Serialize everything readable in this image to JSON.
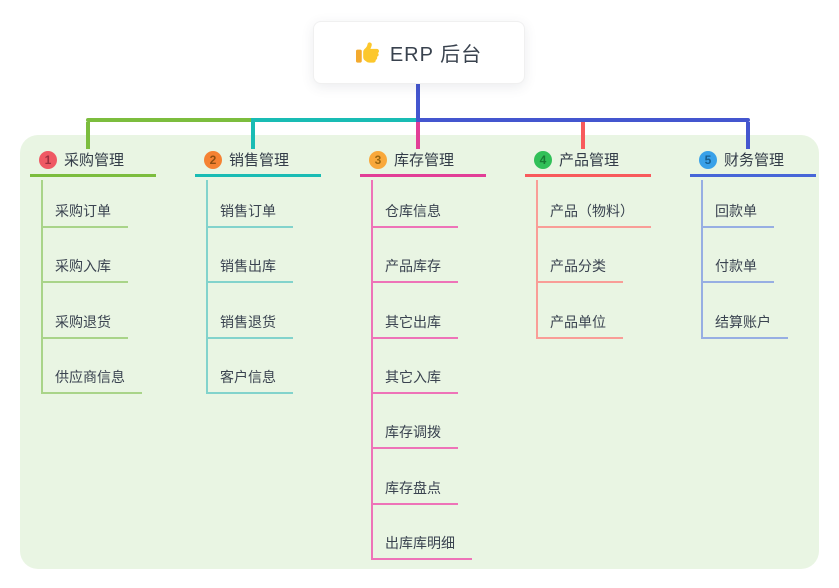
{
  "root": {
    "label": "ERP 后台",
    "icon": "thumbs-up"
  },
  "connector_colors": {
    "root_line": "#4456cf",
    "segment_left": "#7cbd3e",
    "segment_mid": "#19bcb4",
    "segment_right": "#4456cf"
  },
  "panel_color": "#e9f5e3",
  "branches": [
    {
      "num": "1",
      "label": "采购管理",
      "accent": "#7cbd3e",
      "child_line": "#a9d489",
      "badge_bg": "#ef5964",
      "badge_fg": "#9c2f3f",
      "children": [
        "采购订单",
        "采购入库",
        "采购退货",
        "供应商信息"
      ]
    },
    {
      "num": "2",
      "label": "销售管理",
      "accent": "#19bcb4",
      "child_line": "#82d3cc",
      "badge_bg": "#f58233",
      "badge_fg": "#8f4e12",
      "children": [
        "销售订单",
        "销售出库",
        "销售退货",
        "客户信息"
      ]
    },
    {
      "num": "3",
      "label": "库存管理",
      "accent": "#e23e97",
      "child_line": "#ee73b8",
      "badge_bg": "#f9a83a",
      "badge_fg": "#9a660f",
      "children": [
        "仓库信息",
        "产品库存",
        "其它出库",
        "其它入库",
        "库存调拨",
        "库存盘点",
        "出库库明细"
      ]
    },
    {
      "num": "4",
      "label": "产品管理",
      "accent": "#f85a5c",
      "child_line": "#f99d97",
      "badge_bg": "#31c058",
      "badge_fg": "#187a33",
      "children": [
        "产品（物料）",
        "产品分类",
        "产品单位"
      ]
    },
    {
      "num": "5",
      "label": "财务管理",
      "accent": "#4766d8",
      "child_line": "#97aee3",
      "badge_bg": "#39a1e9",
      "badge_fg": "#175e90",
      "children": [
        "回款单",
        "付款单",
        "结算账户"
      ]
    }
  ]
}
